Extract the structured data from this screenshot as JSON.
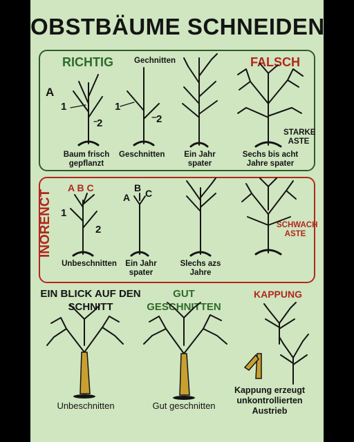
{
  "title": "OBSTBÄUME SCHNEIDEN",
  "top_section": {
    "header_left": "RICHTIG",
    "header_mid": "Gechnitten",
    "header_right": "FALSCH",
    "row_marker": "A",
    "marker_1a": "1",
    "marker_2a": "2",
    "marker_1b": "1",
    "marker_2b": "2",
    "captions": [
      "Baum frisch gepflanzt",
      "Geschnitten",
      "Ein Jahr spater",
      "Sechs bis acht Jahre spater"
    ],
    "note": "STARKE ASTE"
  },
  "mid_section": {
    "side_label": "INORENCT",
    "abc_1": "A B C",
    "marker_1": "1",
    "marker_2": "2",
    "abc_2a": "B",
    "abc_2b": "A",
    "abc_2c": "C",
    "captions": [
      "Unbeschnitten",
      "Ein Jahr spater",
      "Slechs azs Jahre"
    ],
    "note": "SCHWACH ASTE"
  },
  "bottom_section": {
    "heading_left": "EIN BLICK AUF DEN SCHNITT",
    "heading_mid": "GUT GESCHNITTEN",
    "heading_right": "KAPPUNG",
    "caption_left": "Unbeschnitten",
    "caption_mid": "Gut geschnitten",
    "caption_right": "Kappung erzeugt unkontrollierten Austrieb"
  },
  "colors": {
    "background": "#cfe6c0",
    "accent_green": "#2e6b2a",
    "accent_red": "#b3261e",
    "trunk": "#c9a030"
  }
}
